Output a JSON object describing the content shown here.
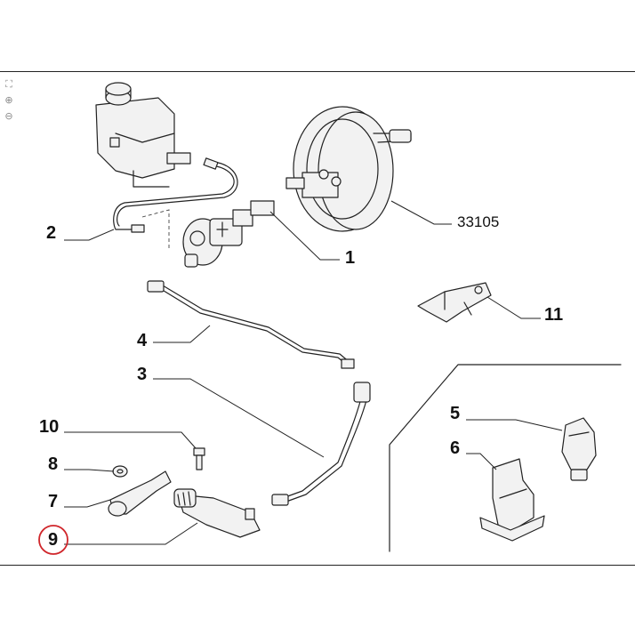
{
  "toolbar": {
    "fit_icon": "fit-to-window-icon",
    "zoom_in_icon": "zoom-in-icon",
    "zoom_out_icon": "zoom-out-icon"
  },
  "callouts": {
    "c1": "1",
    "c2": "2",
    "c3": "3",
    "c4": "4",
    "c5": "5",
    "c6": "6",
    "c7": "7",
    "c8": "8",
    "c9": "9",
    "c10": "10",
    "c11": "11",
    "c33105": "33105"
  },
  "highlight": {
    "selected_callout": "9",
    "color": "#d0262b"
  }
}
